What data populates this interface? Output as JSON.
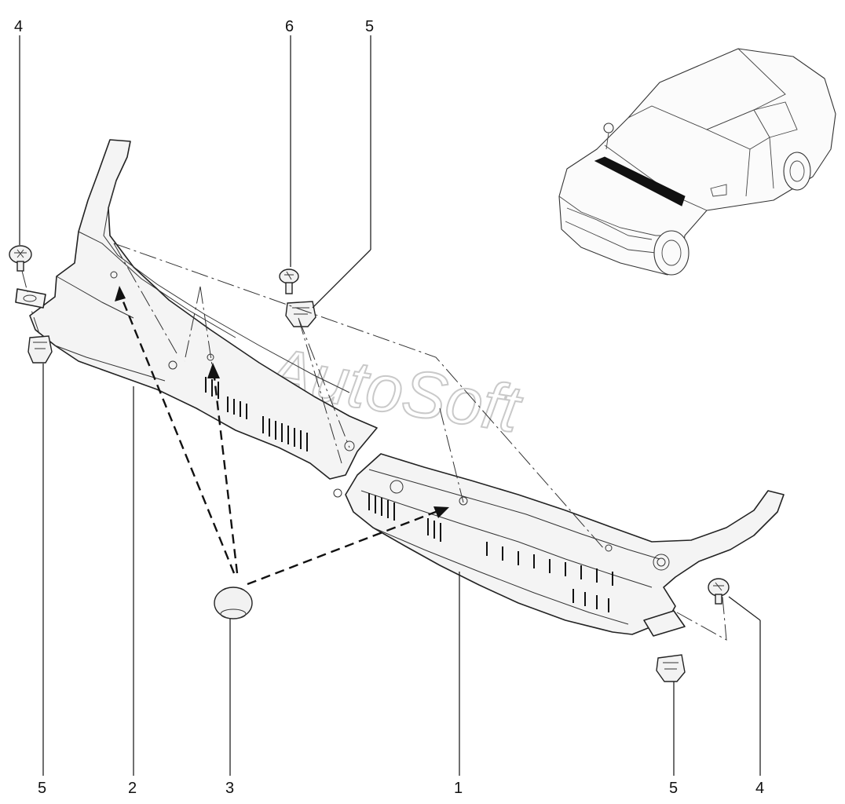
{
  "diagram": {
    "watermark": "AutoSoft",
    "callouts": [
      {
        "id": "c4-top-left",
        "text": "4"
      },
      {
        "id": "c6-top",
        "text": "6"
      },
      {
        "id": "c5-top",
        "text": "5"
      },
      {
        "id": "c5-bottom-left",
        "text": "5"
      },
      {
        "id": "c2-bottom",
        "text": "2"
      },
      {
        "id": "c3-bottom",
        "text": "3"
      },
      {
        "id": "c1-bottom",
        "text": "1"
      },
      {
        "id": "c5-bottom-right",
        "text": "5"
      },
      {
        "id": "c4-bottom-right",
        "text": "4"
      }
    ]
  }
}
